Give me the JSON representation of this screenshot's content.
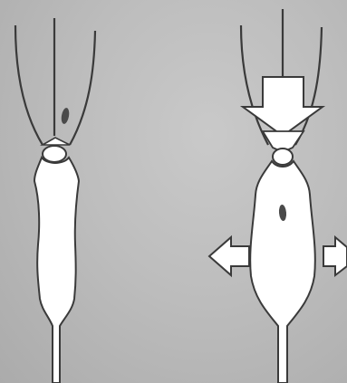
{
  "figure": {
    "caption": "",
    "panels": [
      {
        "id": "left",
        "state": "relaxed",
        "shows_tines_open": true,
        "shows_press_arrow": false,
        "shows_expansion_arrows": false
      },
      {
        "id": "right",
        "state": "compressed",
        "shows_tines_open": true,
        "shows_press_arrow": true,
        "shows_expansion_arrows": true
      }
    ],
    "colors": {
      "background": "#bdbdbd",
      "fill": "#ffffff",
      "stroke": "#3a3a3a",
      "speck": "#4a4a4a"
    },
    "icons": {
      "press": "down-arrow-icon",
      "expand_left": "left-arrow-icon",
      "expand_right": "right-arrow-icon"
    }
  }
}
